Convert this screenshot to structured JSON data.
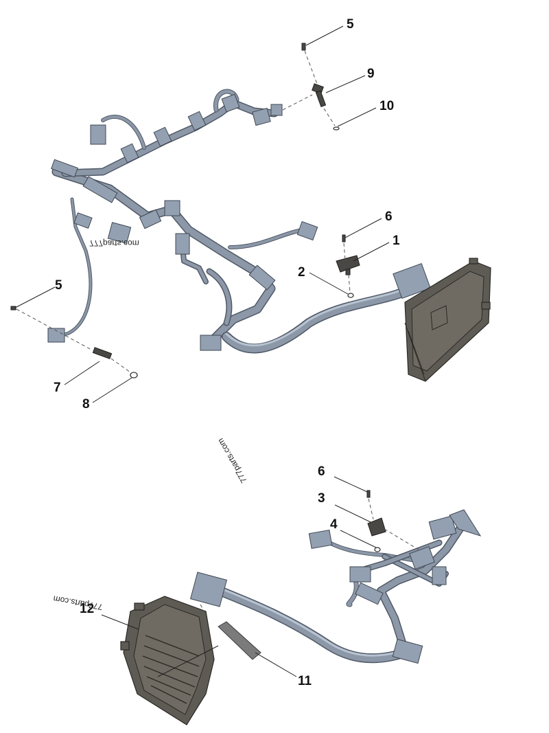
{
  "diagram": {
    "callouts": [
      {
        "id": "c5a",
        "label": "5"
      },
      {
        "id": "c9",
        "label": "9"
      },
      {
        "id": "c10",
        "label": "10"
      },
      {
        "id": "c6a",
        "label": "6"
      },
      {
        "id": "c1",
        "label": "1"
      },
      {
        "id": "c2",
        "label": "2"
      },
      {
        "id": "c5b",
        "label": "5"
      },
      {
        "id": "c7",
        "label": "7"
      },
      {
        "id": "c8",
        "label": "8"
      },
      {
        "id": "c6b",
        "label": "6"
      },
      {
        "id": "c3",
        "label": "3"
      },
      {
        "id": "c4",
        "label": "4"
      },
      {
        "id": "c12",
        "label": "12"
      },
      {
        "id": "c11",
        "label": "11"
      }
    ],
    "watermarks": [
      {
        "id": "wm1",
        "text": "777parts.com"
      },
      {
        "id": "wm2",
        "text": "777parts.com"
      },
      {
        "id": "wm3",
        "text": "777parts.com"
      }
    ]
  }
}
